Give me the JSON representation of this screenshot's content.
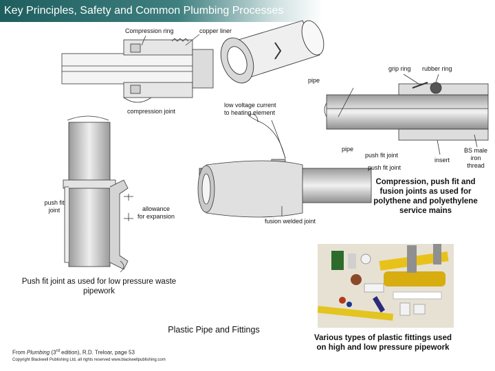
{
  "header": {
    "title": "Key Principles, Safety and Common Plumbing Processes"
  },
  "labels": {
    "compression_ring": "Compression ring",
    "copper_liner": "copper liner",
    "grip_ring": "grip ring",
    "rubber_ring": "rubber ring",
    "pipe_top": "pipe",
    "compression_joint": "compression joint",
    "low_voltage": [
      "low voltage current",
      "to heating element"
    ],
    "pipe_mid": "pipe",
    "push_fit_joint_a": "push fit joint",
    "insert": "insert",
    "bs_male": [
      "BS male",
      "iron",
      "thread"
    ],
    "push_fit_joint_b": "push fit joint",
    "push_fit_left": [
      "push fit",
      "joint"
    ],
    "allowance": [
      "allowance",
      "for expansion"
    ],
    "fusion_welded": "fusion welded joint"
  },
  "captions": {
    "compression_push_fusion": [
      "Compression, push fit and",
      "fusion joints as used for",
      "polythene and polyethylene",
      "service mains"
    ],
    "push_fit_waste": [
      "Push fit joint as used for low pressure waste",
      "pipework"
    ],
    "plastic_pipe": "Plastic Pipe and Fittings",
    "various_types": [
      "Various types of plastic fittings used",
      "on high and low pressure pipework"
    ]
  },
  "credit": {
    "prefix": "From ",
    "book": "Plumbing",
    "edition_open": " (3",
    "edition_sup": "rd",
    "suffix": " edition), R.D. Treloar, page 53",
    "copyright": "Copyright Blackwell Publishing Ltd, all rights reserved www.blackwellpublishing.com"
  }
}
